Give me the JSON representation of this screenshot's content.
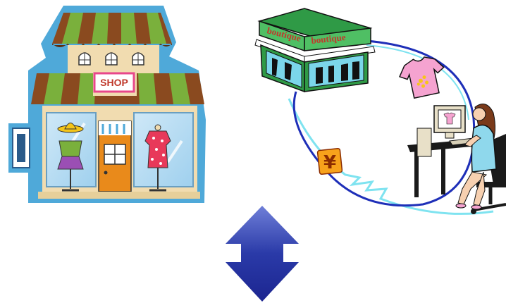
{
  "scene": {
    "shop_sign": "SHOP",
    "boutique_sign_left": "boutique",
    "boutique_sign_right": "boutique",
    "currency_symbol": "¥"
  },
  "colors": {
    "shop_outline": "#4fa9d9",
    "awning_green": "#7ab03c",
    "awning_brown": "#8a4a1f",
    "wall_beige": "#f1dcb0",
    "door_orange": "#e98a1b",
    "cycle_blue": "#1e2fb8",
    "cycle_cyan": "#7fe3f0",
    "arrow_blue": "#2a3aa8",
    "tshirt_pink": "#f5a3d0",
    "yen_orange": "#f7a21b"
  },
  "icons": [
    "shop-building-icon",
    "boutique-store-icon",
    "tshirt-icon",
    "yen-icon",
    "woman-at-computer-icon",
    "double-arrow-icon"
  ]
}
